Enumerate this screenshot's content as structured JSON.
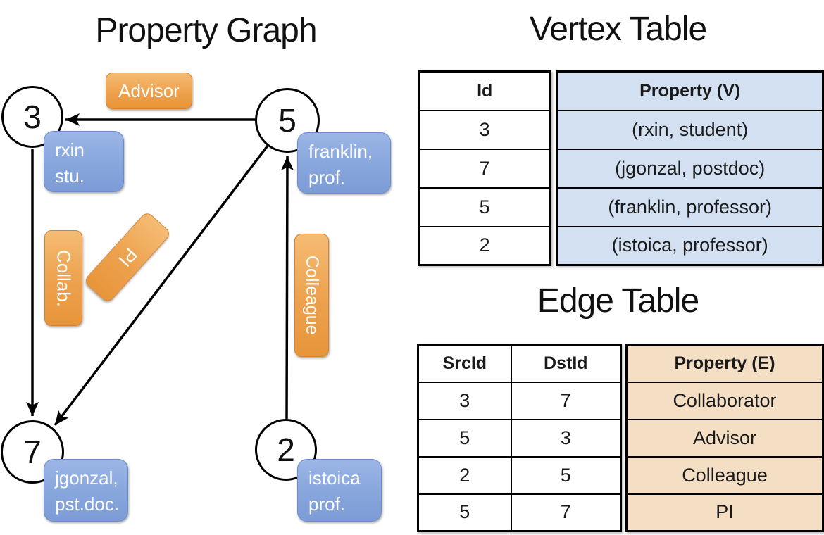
{
  "graph": {
    "title": "Property Graph",
    "nodes": [
      {
        "id": "3"
      },
      {
        "id": "5"
      },
      {
        "id": "7"
      },
      {
        "id": "2"
      }
    ],
    "vertex_properties": [
      {
        "line1": "rxin",
        "line2": "stu."
      },
      {
        "line1": "franklin,",
        "line2": "prof."
      },
      {
        "line1": "jgonzal,",
        "line2": "pst.doc."
      },
      {
        "line1": "istoica",
        "line2": "prof."
      }
    ],
    "edge_labels": {
      "advisor": "Advisor",
      "collab": "Collab.",
      "pi": "PI",
      "colleague": "Colleague"
    }
  },
  "vertex_table": {
    "title": "Vertex Table",
    "columns": {
      "id": "Id",
      "property": "Property (V)"
    },
    "rows": [
      {
        "id": "3",
        "property": "(rxin, student)"
      },
      {
        "id": "7",
        "property": "(jgonzal, postdoc)"
      },
      {
        "id": "5",
        "property": "(franklin, professor)"
      },
      {
        "id": "2",
        "property": "(istoica, professor)"
      }
    ]
  },
  "edge_table": {
    "title": "Edge Table",
    "columns": {
      "src": "SrcId",
      "dst": "DstId",
      "property": "Property (E)"
    },
    "rows": [
      {
        "src": "3",
        "dst": "7",
        "property": "Collaborator"
      },
      {
        "src": "5",
        "dst": "3",
        "property": "Advisor"
      },
      {
        "src": "2",
        "dst": "5",
        "property": "Colleague"
      },
      {
        "src": "5",
        "dst": "7",
        "property": "PI"
      }
    ]
  },
  "colors": {
    "vertex_box": "#7d9cd7",
    "edge_pill": "#e8953a",
    "vertex_cell": "#d3e0f2",
    "edge_cell": "#f5dfc4",
    "line": "#000000"
  }
}
